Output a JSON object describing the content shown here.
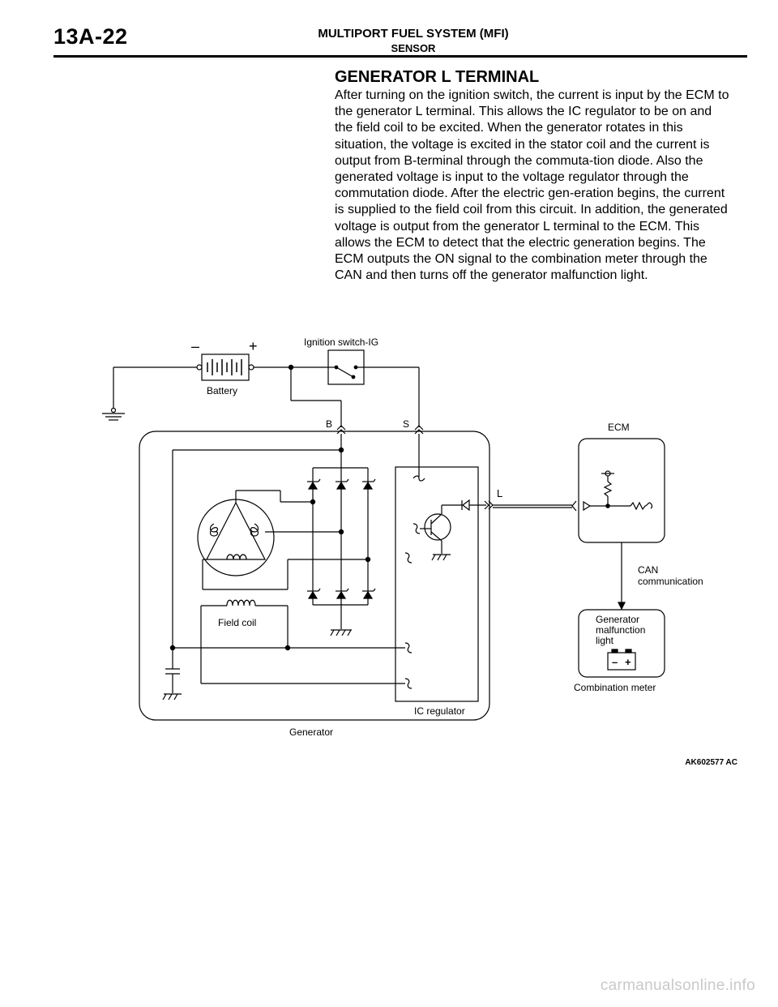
{
  "header": {
    "page_number": "13A-22",
    "title": "MULTIPORT FUEL SYSTEM (MFI)",
    "subtitle": "SENSOR"
  },
  "section": {
    "heading": "GENERATOR L TERMINAL",
    "body": "After turning on the ignition switch, the current is input by the ECM to the generator L terminal. This allows the IC regulator to be on and the field coil to be excited. When the generator rotates in this situation, the voltage is excited in the stator coil and the current is output from B-terminal through the commuta-tion diode. Also the generated voltage is input to the voltage regulator through the commutation diode. After the electric gen-eration begins, the current is supplied to the field coil from this circuit. In addition, the generated voltage is output from the generator L terminal to the ECM. This allows the ECM to detect that the electric generation begins. The ECM outputs the ON signal to the combination meter through the CAN and then turns off the generator malfunction light."
  },
  "diagram": {
    "battery_minus": "–",
    "battery_plus": "+",
    "battery_label": "Battery",
    "ignition_label": "Ignition switch-IG",
    "terminal_b": "B",
    "terminal_s": "S",
    "terminal_l": "L",
    "ecm_label": "ECM",
    "can_line1": "CAN",
    "can_line2": "communication",
    "light_line1": "Generator",
    "light_line2": "malfunction",
    "light_line3": "light",
    "light_minus": "–",
    "light_plus": "+",
    "combination_meter_label": "Combination meter",
    "field_coil_label": "Field coil",
    "ic_regulator_label": "IC regulator",
    "generator_label": "Generator"
  },
  "figure_code": "AK602577 AC",
  "watermark": "carmanualsonline.info"
}
